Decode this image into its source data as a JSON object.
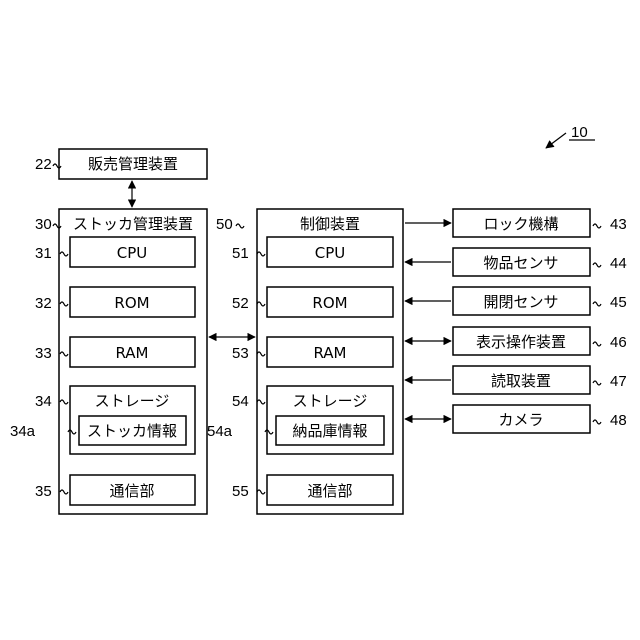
{
  "figure_ref": "10",
  "sales": {
    "ref": "22",
    "label": "販売管理装置"
  },
  "stocker": {
    "ref": "30",
    "title": "ストッカ管理装置",
    "cpu": {
      "ref": "31",
      "label": "CPU"
    },
    "rom": {
      "ref": "32",
      "label": "ROM"
    },
    "ram": {
      "ref": "33",
      "label": "RAM"
    },
    "storage": {
      "ref": "34",
      "label": "ストレージ"
    },
    "info": {
      "ref": "34a",
      "label": "ストッカ情報"
    },
    "comm": {
      "ref": "35",
      "label": "通信部"
    }
  },
  "control": {
    "ref": "50",
    "title": "制御装置",
    "cpu": {
      "ref": "51",
      "label": "CPU"
    },
    "rom": {
      "ref": "52",
      "label": "ROM"
    },
    "ram": {
      "ref": "53",
      "label": "RAM"
    },
    "storage": {
      "ref": "54",
      "label": "ストレージ"
    },
    "info": {
      "ref": "54a",
      "label": "納品庫情報"
    },
    "comm": {
      "ref": "55",
      "label": "通信部"
    }
  },
  "devices": [
    {
      "ref": "43",
      "label": "ロック機構"
    },
    {
      "ref": "44",
      "label": "物品センサ"
    },
    {
      "ref": "45",
      "label": "開閉センサ"
    },
    {
      "ref": "46",
      "label": "表示操作装置"
    },
    {
      "ref": "47",
      "label": "読取装置"
    },
    {
      "ref": "48",
      "label": "カメラ"
    }
  ]
}
